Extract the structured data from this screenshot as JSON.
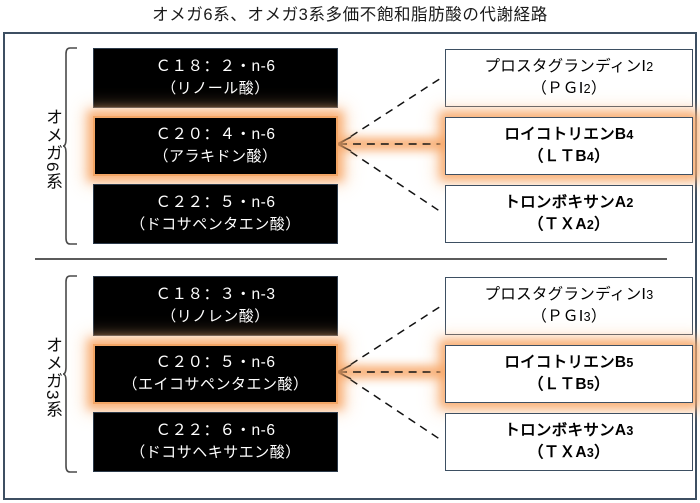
{
  "title": "オメガ6系、オメガ3系多価不飽和脂肪酸の代謝経路",
  "colors": {
    "frame_border": "#3d4f62",
    "highlight_glow": "#f7a463",
    "box_fill_dark": "#000000",
    "box_fill_light": "#ffffff",
    "divider": "#5b5b5b"
  },
  "sections": [
    {
      "id": "omega6",
      "group_label": "オメガ6系",
      "precursors": [
        {
          "name": "linoleic-acid",
          "line1": "Ｃ１８：２・n-6",
          "line2": "（リノール酸）",
          "highlighted": false
        },
        {
          "name": "arachidonic-acid",
          "line1": "Ｃ２０：４・n-6",
          "line2": "（アラキドン酸）",
          "highlighted": true
        },
        {
          "name": "docosapentaenoic-acid-n6",
          "line1": "Ｃ２２：５・n-6",
          "line2": "（ドコサペンタエン酸）",
          "highlighted": false
        }
      ],
      "products": [
        {
          "name": "prostaglandin-i2",
          "line1": "プロスタグランディンⅠ",
          "line1_sub": "2",
          "line2": "（ＰＧⅠ",
          "line2_sub": "2",
          "line2_end": "）",
          "bold": false,
          "highlighted": false
        },
        {
          "name": "leukotriene-b4",
          "line1": "ロイコトリエンB",
          "line1_sub": "4",
          "line2": "（ＬＴB",
          "line2_sub": "4",
          "line2_end": "）",
          "bold": true,
          "highlighted": true
        },
        {
          "name": "thromboxane-a2",
          "line1": "トロンボキサンA",
          "line1_sub": "2",
          "line2": "（ＴＸA",
          "line2_sub": "2",
          "line2_end": "）",
          "bold": true,
          "highlighted": false
        }
      ]
    },
    {
      "id": "omega3",
      "group_label": "オメガ3系",
      "precursors": [
        {
          "name": "linolenic-acid",
          "line1": "Ｃ１８：３・n-3",
          "line2": "（リノレン酸）",
          "highlighted": false
        },
        {
          "name": "eicosapentaenoic-acid",
          "line1": "Ｃ２０：５・n-6",
          "line2": "（エイコサペンタエン酸）",
          "highlighted": true
        },
        {
          "name": "docosahexaenoic-acid",
          "line1": "Ｃ２２：６・n-6",
          "line2": "（ドコサヘキサエン酸）",
          "highlighted": false
        }
      ],
      "products": [
        {
          "name": "prostaglandin-i3",
          "line1": "プロスタグランディンⅠ",
          "line1_sub": "3",
          "line2": "（ＰＧⅠ",
          "line2_sub": "3",
          "line2_end": "）",
          "bold": false,
          "highlighted": false
        },
        {
          "name": "leukotriene-b5",
          "line1": "ロイコトリエンB",
          "line1_sub": "5",
          "line2": "（ＬＴB",
          "line2_sub": "5",
          "line2_end": "）",
          "bold": true,
          "highlighted": true
        },
        {
          "name": "thromboxane-a3",
          "line1": "トロンボキサンA",
          "line1_sub": "3",
          "line2": "（ＴＸA",
          "line2_sub": "3",
          "line2_end": "）",
          "bold": true,
          "highlighted": false
        }
      ]
    }
  ]
}
